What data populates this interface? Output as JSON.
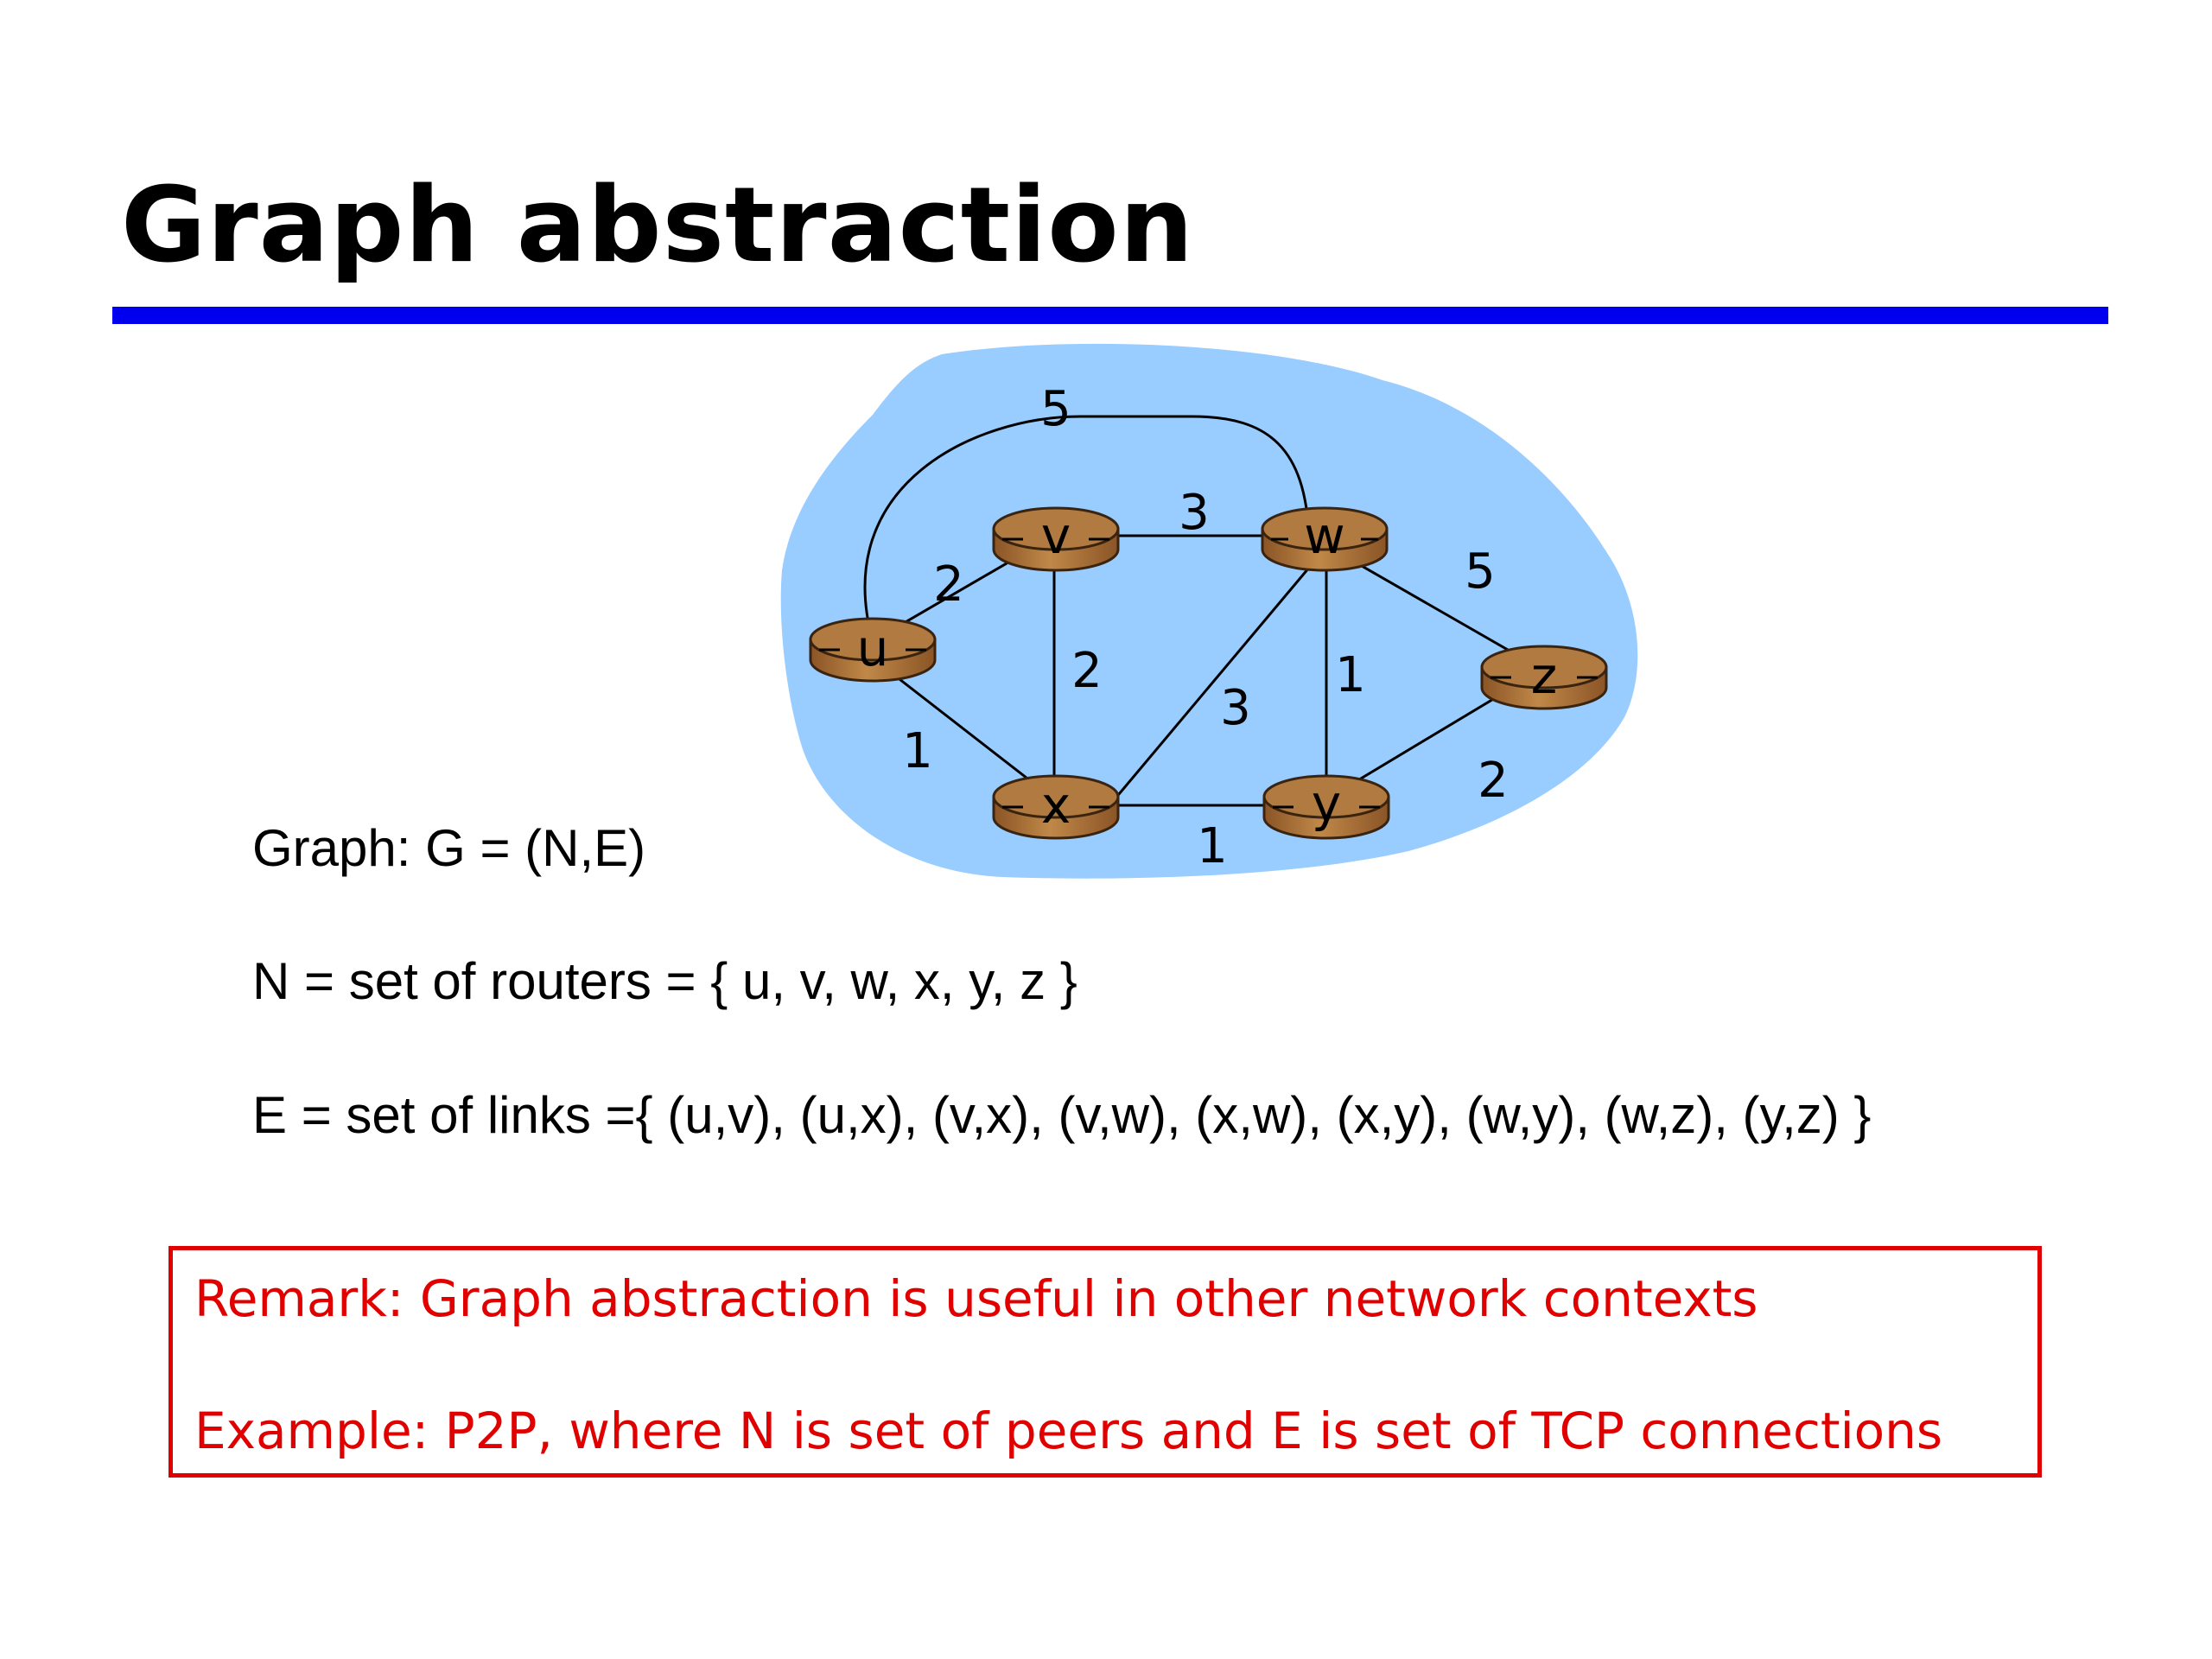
{
  "slide": {
    "title": "Graph abstraction",
    "accent_color": "#0000ee"
  },
  "graph": {
    "cloud_color": "#99ccff",
    "router_color": "#a86c34",
    "nodes": [
      {
        "id": "u",
        "label": "u"
      },
      {
        "id": "v",
        "label": "v"
      },
      {
        "id": "w",
        "label": "w"
      },
      {
        "id": "x",
        "label": "x"
      },
      {
        "id": "y",
        "label": "y"
      },
      {
        "id": "z",
        "label": "z"
      }
    ],
    "edges": [
      {
        "from": "u",
        "to": "w",
        "cost": "5"
      },
      {
        "from": "v",
        "to": "w",
        "cost": "3"
      },
      {
        "from": "u",
        "to": "v",
        "cost": "2"
      },
      {
        "from": "w",
        "to": "z",
        "cost": "5"
      },
      {
        "from": "v",
        "to": "x",
        "cost": "2"
      },
      {
        "from": "w",
        "to": "y",
        "cost": "1"
      },
      {
        "from": "x",
        "to": "w",
        "cost": "3"
      },
      {
        "from": "u",
        "to": "x",
        "cost": "1"
      },
      {
        "from": "y",
        "to": "z",
        "cost": "2"
      },
      {
        "from": "x",
        "to": "y",
        "cost": "1"
      }
    ]
  },
  "definitions": {
    "graph": "Graph: G = (N,E)",
    "nodes": "N = set of routers = { u, v, w, x, y, z }",
    "edges": "E = set of links ={ (u,v), (u,x), (v,x), (v,w), (x,w), (x,y), (w,y), (w,z), (y,z) }"
  },
  "remark": {
    "color": "#e00000",
    "line1": "Remark: Graph abstraction is useful in other network contexts",
    "line2": "Example: P2P, where N is set of peers and E is set of TCP connections"
  }
}
